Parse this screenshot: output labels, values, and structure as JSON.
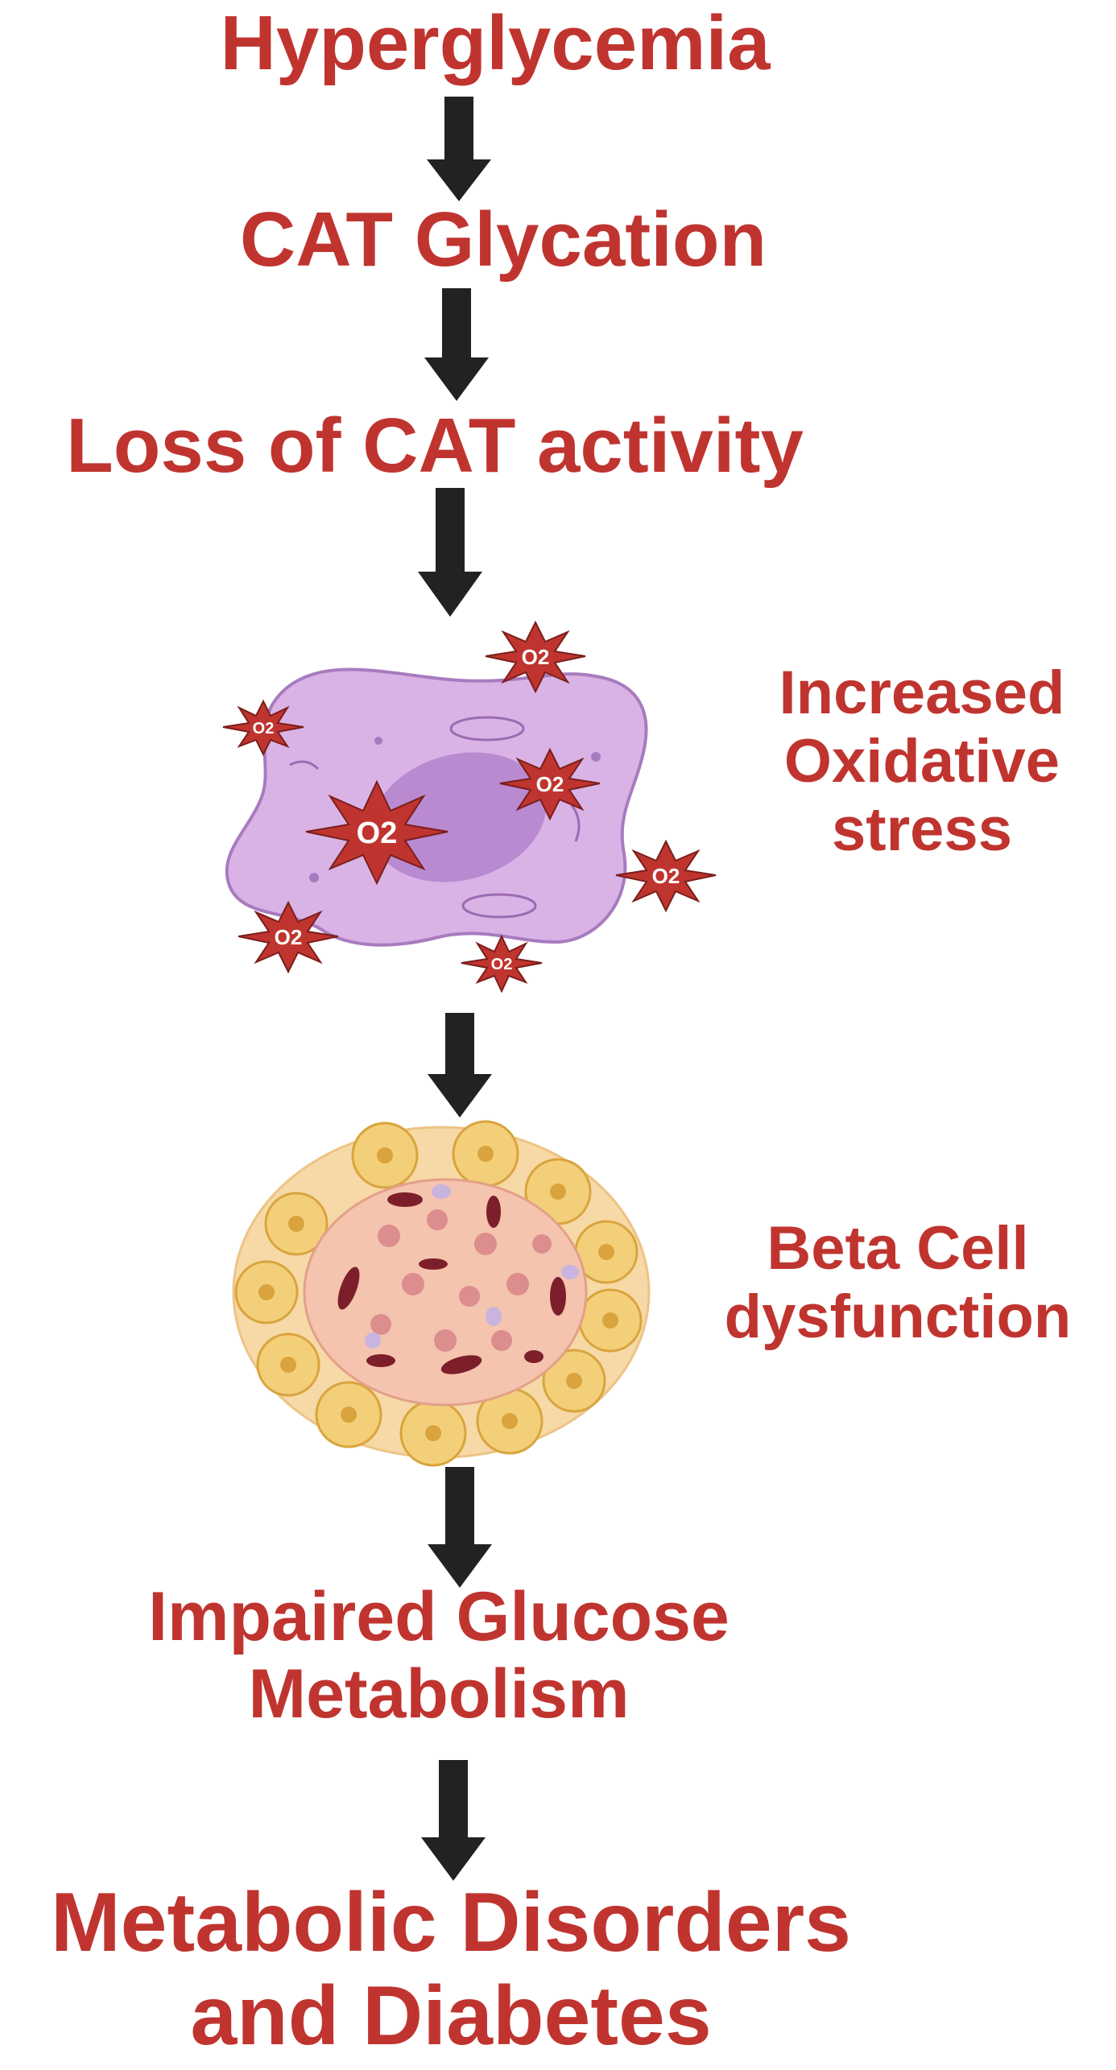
{
  "diagram": {
    "steps": [
      "Hyperglycemia",
      "CAT Glycation",
      "Loss of CAT activity",
      "Increased Oxidative stress",
      "Beta Cell dysfunction",
      "Impaired Glucose Metabolism",
      "Metabolic Disorders and Diabetes"
    ],
    "side_labels": {
      "oxidative": [
        "Increased",
        "Oxidative",
        "stress"
      ],
      "beta": [
        "Beta Cell",
        "dysfunction"
      ]
    },
    "lines": {
      "impaired": [
        "Impaired Glucose",
        "Metabolism"
      ],
      "metabolic": [
        "Metabolic Disorders",
        "and Diabetes"
      ]
    },
    "ros_label": "O2",
    "colors": {
      "text": "#c0342f",
      "arrow": "#222222",
      "cell": "#d9b3e6",
      "nucleus": "#b98ad0",
      "ros": "#c0342f",
      "islet_outer": "#f6d9a6",
      "islet_inner": "#f4c4ae"
    }
  }
}
